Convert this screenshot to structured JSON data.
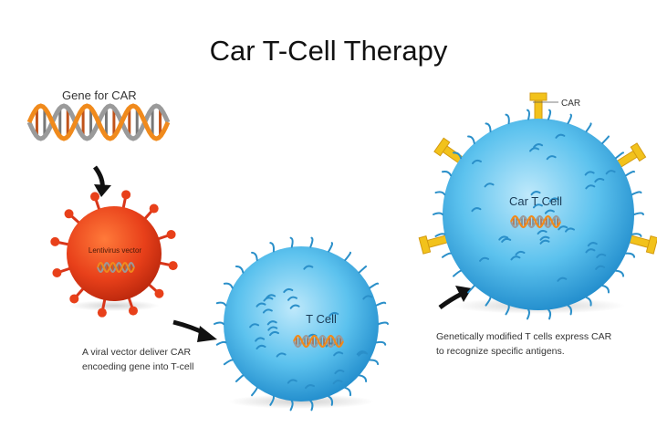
{
  "title": "Car T-Cell Therapy",
  "gene_label": "Gene for CAR",
  "virus_label": "Lentivirus vector",
  "virus_caption": [
    "A viral vector deliver CAR",
    "encoeding gene into T-cell"
  ],
  "tcell_label": "T Cell",
  "car_tcell_label": "Car T Cell",
  "car_label": "CAR",
  "car_caption": [
    "Genetically modified T cells express CAR",
    "to recognize specific antigens."
  ],
  "colors": {
    "virus": "#e8401a",
    "cell": "#3fb0e6",
    "receptor": "#f2c21b",
    "dna_orange": "#f08a1c",
    "dna_gray": "#888888"
  }
}
